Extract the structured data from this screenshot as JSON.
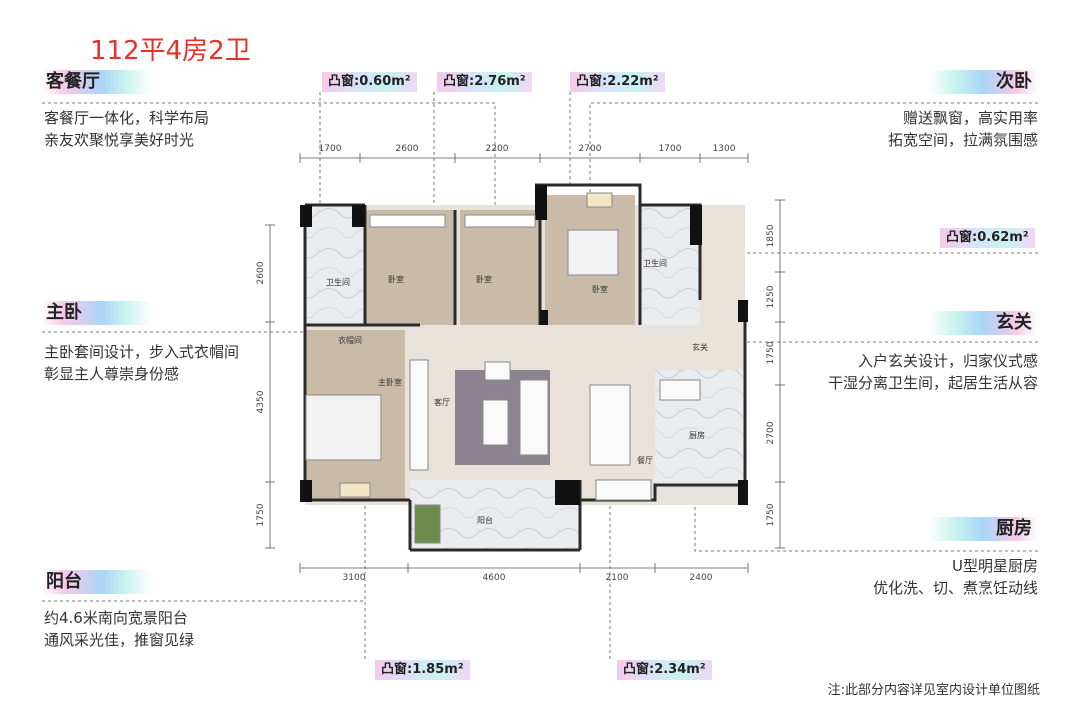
{
  "title": "112平4房2卫",
  "rooms": {
    "living_dining": {
      "tag": "客餐厅",
      "lines": [
        "客餐厅一体化，科学布局",
        "亲友欢聚悦享美好时光"
      ]
    },
    "master": {
      "tag": "主卧",
      "lines": [
        "主卧套间设计，步入式衣帽间",
        "彰显主人尊崇身份感"
      ]
    },
    "balcony": {
      "tag": "阳台",
      "lines": [
        "约4.6米南向宽景阳台",
        "通风采光佳，推窗见绿"
      ]
    },
    "second": {
      "tag": "次卧",
      "lines": [
        "赠送飘窗，高实用率",
        "拓宽空间，拉满氛围感"
      ]
    },
    "entrance": {
      "tag": "玄关",
      "lines": [
        "入户玄关设计，归家仪式感",
        "干湿分离卫生间，起居生活从容"
      ]
    },
    "kitchen": {
      "tag": "厨房",
      "lines": [
        "U型明星厨房",
        "优化洗、切、煮烹饪动线"
      ]
    }
  },
  "bay_windows": [
    "凸窗:0.60m²",
    "凸窗:2.76m²",
    "凸窗:2.22m²",
    "凸窗:0.62m²",
    "凸窗:1.85m²",
    "凸窗:2.34m²"
  ],
  "plan_labels": {
    "bath1": "卫生间",
    "bed1": "卧室",
    "bed2": "卧室",
    "bed3": "卧室",
    "bath2": "卫生间",
    "closet": "衣帽间",
    "master": "主卧室",
    "living": "客厅",
    "entry": "玄关",
    "kitchen": "厨房",
    "dining": "餐厅",
    "balcony": "阳台"
  },
  "dims": {
    "top": [
      "1700",
      "2600",
      "2200",
      "2700",
      "1700",
      "1300"
    ],
    "bottom": [
      "3100",
      "4600",
      "2100",
      "2400"
    ],
    "left": [
      "2600",
      "4350",
      "1750"
    ],
    "right": [
      "1850",
      "1250",
      "1750",
      "2700",
      "1750"
    ]
  },
  "footnote": "注:此部分内容详见室内设计单位图纸"
}
